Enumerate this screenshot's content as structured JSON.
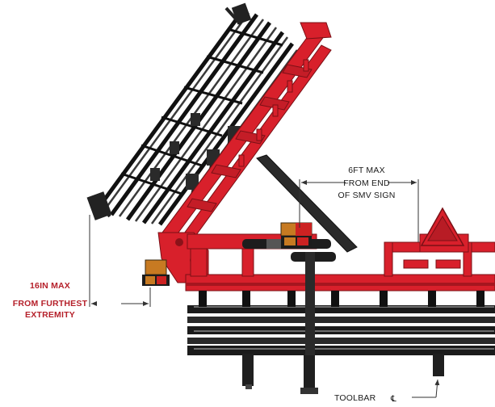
{
  "annotations": {
    "smv_spacing": [
      "6FT MAX",
      "FROM END",
      "OF SMV SIGN"
    ],
    "light_clearance": [
      "16IN MAX",
      "FROM FURTHEST",
      "EXTREMITY"
    ],
    "toolbar_label": "TOOLBAR",
    "centerline_symbol": "℄"
  },
  "colors": {
    "frame_red": "#d8202b",
    "frame_dark_red": "#9e1820",
    "steel_black": "#1b1b1b",
    "steel_gray": "#6e6e6e",
    "lamp_amber": "#c77a22",
    "lamp_red": "#cc2222",
    "dimension_line": "#333333"
  }
}
